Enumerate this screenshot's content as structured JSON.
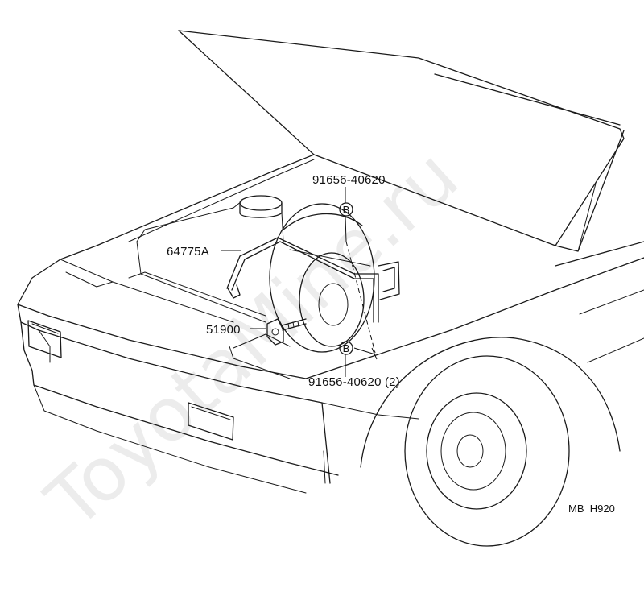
{
  "watermark": "ToyotaMine.ru",
  "callouts": {
    "rod_top_clip": "91656-40620",
    "support_rod": "64775A",
    "tire_clamp_bolt": "51900",
    "rod_bottom_clip": "91656-40620 (2)",
    "marker_letter": "B"
  },
  "diagram_ref": "MB  H920",
  "colors": {
    "line": "#1a1a1a",
    "watermark": "#ececec",
    "background": "#ffffff"
  }
}
